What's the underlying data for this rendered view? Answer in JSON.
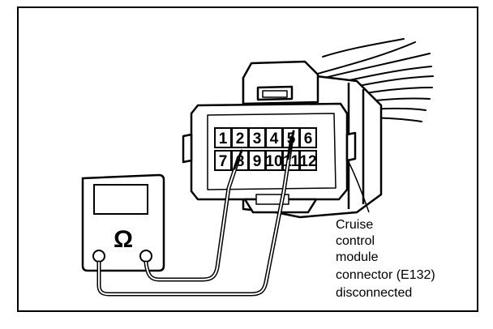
{
  "connector": {
    "pins_top": [
      "1",
      "2",
      "3",
      "4",
      "5",
      "6"
    ],
    "pins_bottom": [
      "7",
      "8",
      "9",
      "10",
      "11",
      "12"
    ]
  },
  "meter": {
    "symbol": "Ω"
  },
  "label": {
    "lines": [
      "Cruise",
      "control",
      "module",
      "connector (E132)",
      "disconnected"
    ]
  },
  "colors": {
    "ink": "#000000",
    "background": "#ffffff"
  }
}
